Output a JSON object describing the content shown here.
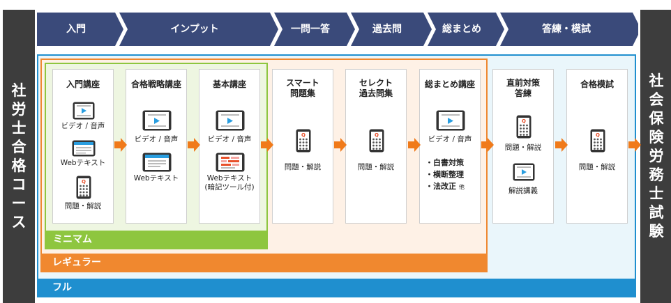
{
  "colors": {
    "chevron": "#3a4a7a",
    "full": "#1f8fcf",
    "regular": "#f0882f",
    "minimum": "#8ec63f",
    "side": "#3d3d3d",
    "arrow": "#f07a1a",
    "play": "#2a9ee0",
    "q_mark": "#e8502a"
  },
  "left_label": [
    "社",
    "労",
    "士",
    "合",
    "格",
    "コ",
    "ー",
    "ス"
  ],
  "right_label": [
    "社",
    "会",
    "保",
    "険",
    "労",
    "務",
    "士",
    "試",
    "験"
  ],
  "stages": [
    "入門",
    "インプット",
    "一問一答",
    "過去問",
    "総まとめ",
    "答練・模試"
  ],
  "plans": {
    "full": "フル",
    "regular": "レギュラー",
    "minimum": "ミニマム"
  },
  "courses": [
    {
      "title": [
        "入門講座"
      ],
      "items": [
        {
          "icon": "tablet-video-icon",
          "caption": [
            "ビデオ / 音声"
          ]
        },
        {
          "icon": "web-text-icon",
          "caption": [
            "Webテキスト"
          ]
        },
        {
          "icon": "phone-quiz-icon",
          "caption": [
            "問題・解説"
          ]
        }
      ]
    },
    {
      "title": [
        "合格戦略講座"
      ],
      "items": [
        {
          "icon": "tablet-video-icon",
          "caption": [
            "ビデオ / 音声"
          ]
        },
        {
          "icon": "web-text-icon",
          "caption": [
            "Webテキスト"
          ]
        }
      ]
    },
    {
      "title": [
        "基本講座"
      ],
      "items": [
        {
          "icon": "tablet-video-icon",
          "caption": [
            "ビデオ / 音声"
          ]
        },
        {
          "icon": "memorize-text-icon",
          "caption": [
            "Webテキスト",
            "(暗記ツール付)"
          ]
        }
      ]
    },
    {
      "title": [
        "スマート",
        "問題集"
      ],
      "items": [
        {
          "icon": "phone-quiz-icon",
          "caption": [
            "問題・解説"
          ]
        }
      ]
    },
    {
      "title": [
        "セレクト",
        "過去問集"
      ],
      "items": [
        {
          "icon": "phone-quiz-icon",
          "caption": [
            "問題・解説"
          ]
        }
      ]
    },
    {
      "title": [
        "総まとめ講座"
      ],
      "items": [
        {
          "icon": "tablet-video-icon",
          "caption": [
            "ビデオ / 音声"
          ]
        }
      ],
      "notes": [
        "・白書対策",
        "・横断整理",
        "・法改正"
      ],
      "notes_suffix": "他"
    },
    {
      "title": [
        "直前対策",
        "答練"
      ],
      "items": [
        {
          "icon": "phone-quiz-icon",
          "caption": [
            "問題・解説"
          ]
        },
        {
          "icon": "tablet-video-icon",
          "caption": [
            "解説講義"
          ]
        }
      ]
    },
    {
      "title": [
        "合格模試"
      ],
      "items": [
        {
          "icon": "phone-quiz-icon",
          "caption": [
            "問題・解説"
          ]
        }
      ]
    }
  ]
}
